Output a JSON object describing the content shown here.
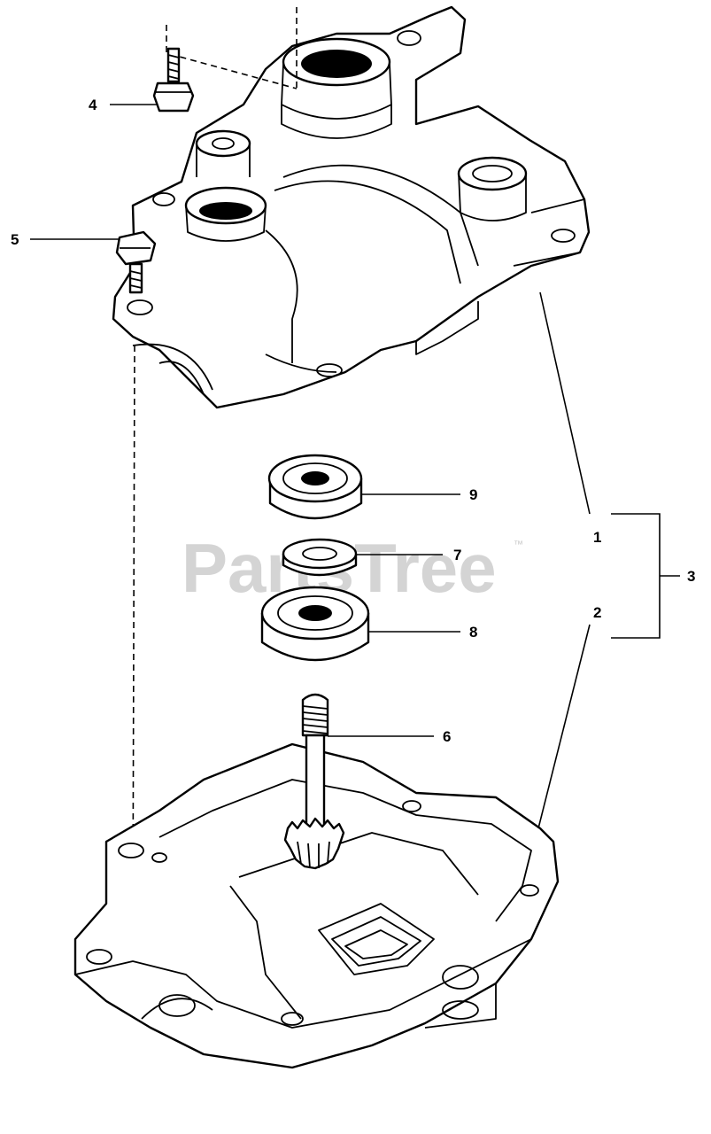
{
  "watermark": {
    "text": "PartsTree",
    "trademark": "™"
  },
  "callouts": {
    "item_1": "1",
    "item_2": "2",
    "item_3": "3",
    "item_4": "4",
    "item_5": "5",
    "item_6": "6",
    "item_7": "7",
    "item_8": "8",
    "item_9": "9"
  }
}
